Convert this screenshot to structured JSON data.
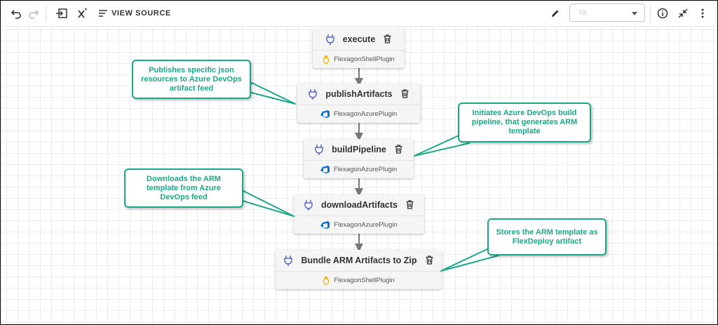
{
  "toolbar": {
    "view_source_label": "VIEW SOURCE",
    "select_value": "Tilt"
  },
  "steps": [
    {
      "title": "execute",
      "plugin": "FlexagonShellPlugin",
      "plugin_icon": "linux-icon"
    },
    {
      "title": "publishArtifacts",
      "plugin": "FlexagonAzurePlugin",
      "plugin_icon": "azure-icon"
    },
    {
      "title": "buildPipeline",
      "plugin": "FlexagonAzurePlugin",
      "plugin_icon": "azure-icon"
    },
    {
      "title": "downloadArtifacts",
      "plugin": "FlexagonAzurePlugin",
      "plugin_icon": "azure-icon"
    },
    {
      "title": "Bundle ARM Artifacts to Zip",
      "plugin": "FlexagonShellPlugin",
      "plugin_icon": "linux-icon"
    }
  ],
  "callouts": [
    {
      "text": "Publishes specific json resources to Azure DevOps artifact feed"
    },
    {
      "text": "Initiates Azure DevOps build pipeline, that generates ARM template"
    },
    {
      "text": "Downloads the ARM template from Azure DevOps feed"
    },
    {
      "text": "Stores the ARM template as FlexDeploy artifact"
    }
  ],
  "colors": {
    "callout_accent": "#1aa889",
    "plug_icon": "#5c6bc0",
    "azure_blue": "#0a6fd6",
    "linux_yellow": "#f2b705"
  }
}
